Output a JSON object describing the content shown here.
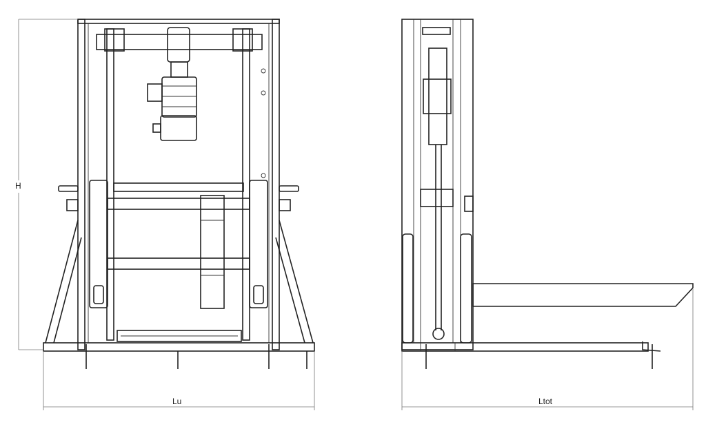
{
  "dimensions": {
    "height_label": "H",
    "front_width_label": "Lu",
    "total_length_label": "Ltot"
  },
  "colors": {
    "line": "#222222",
    "dimension": "#777777",
    "background": "#ffffff"
  }
}
